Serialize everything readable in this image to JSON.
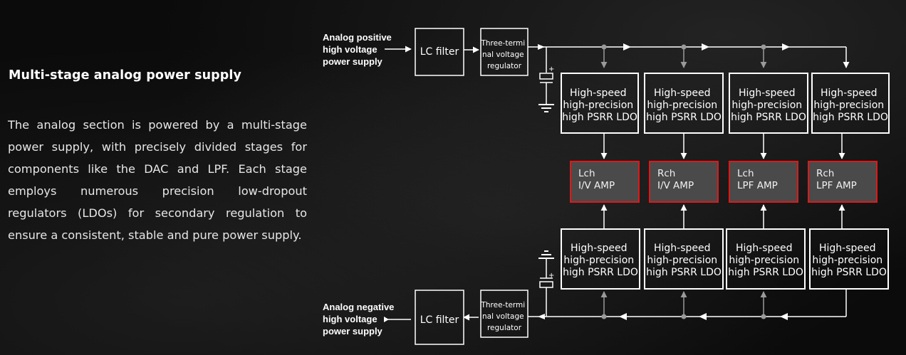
{
  "section": {
    "heading": "Multi-stage analog power supply",
    "description": "The analog section is powered by a multi-stage power supply, with precisely divided stages for components like the DAC and LPF. Each stage employs numerous precision low-dropout regulators (LDOs) for secondary regulation to ensure a consistent, stable and pure power supply."
  },
  "diagram": {
    "positive_supply": [
      "Analog positive",
      "high voltage",
      "power supply"
    ],
    "negative_supply": [
      "Analog negative",
      "high voltage",
      "power supply"
    ],
    "lc_filter": "LC filter",
    "regulator": [
      "Three-termi",
      "nal voltage",
      "regulator"
    ],
    "ldo": [
      "High-speed",
      "high-precision",
      "high PSRR LDO"
    ],
    "amps": [
      {
        "ch": "Lch",
        "type": "I/V AMP"
      },
      {
        "ch": "Rch",
        "type": "I/V AMP"
      },
      {
        "ch": "Lch",
        "type": "LPF AMP"
      },
      {
        "ch": "Rch",
        "type": "LPF AMP"
      }
    ],
    "colors": {
      "amp_border": "#e01818",
      "line": "#ffffff",
      "arrow_gray": "#9a9a9a"
    }
  }
}
